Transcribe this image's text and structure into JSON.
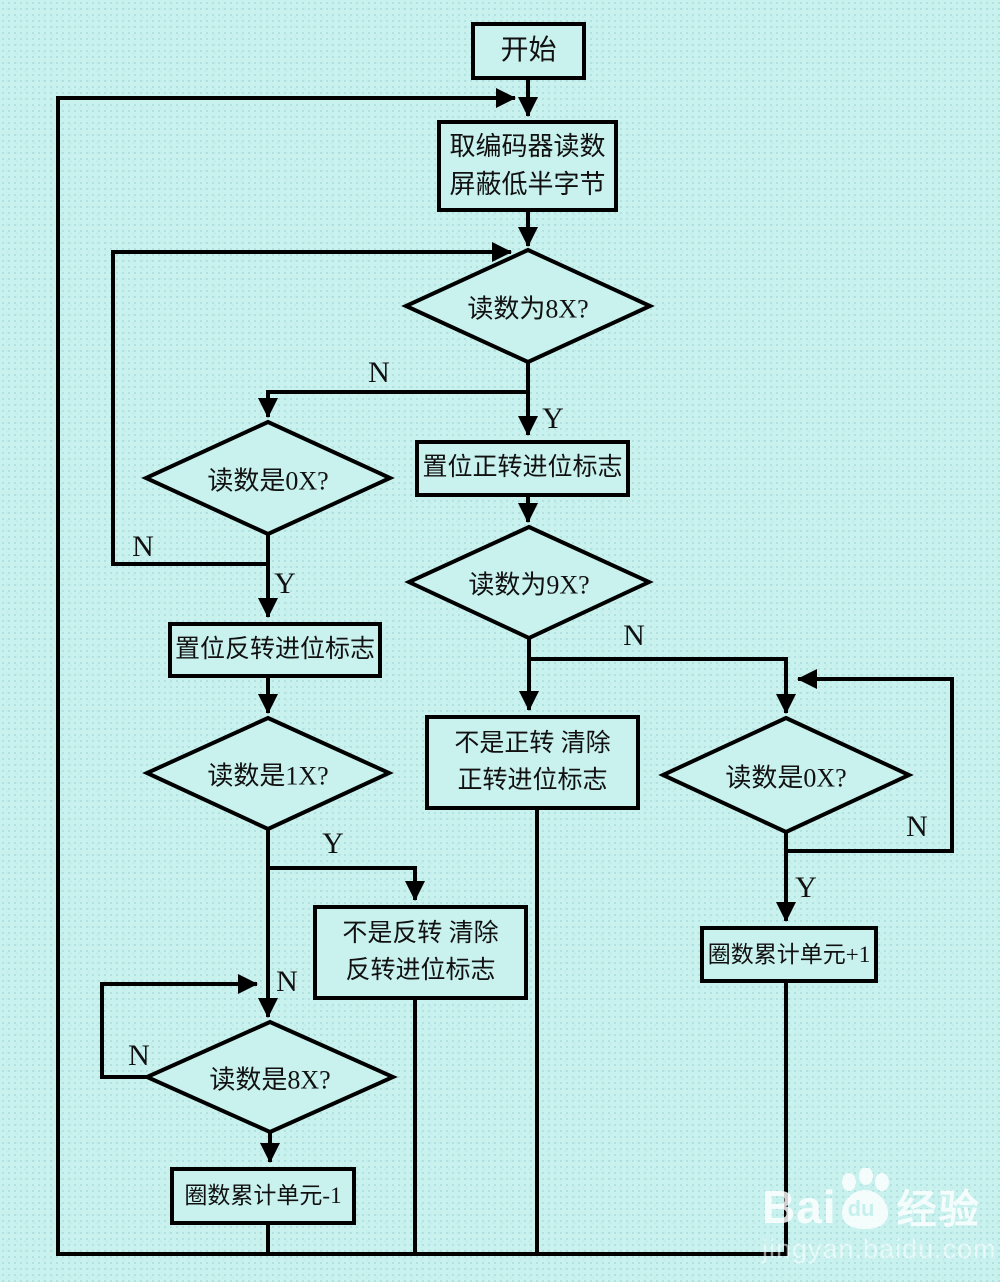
{
  "palette": {
    "background": "#c9f2ef",
    "line": "#000000",
    "text": "#111111",
    "watermark": "rgba(255,255,255,0.8)"
  },
  "nodes": {
    "start": {
      "label": "开始"
    },
    "read_encoder": {
      "line1": "取编码器读数",
      "line2": "屏蔽低半字节"
    },
    "is_8x": {
      "label": "读数为8X?"
    },
    "is_0x_left": {
      "label": "读数是0X?"
    },
    "set_forward_flag": {
      "label": "置位正转进位标志"
    },
    "is_9x": {
      "label": "读数为9X?"
    },
    "set_reverse_flag": {
      "label": "置位反转进位标志"
    },
    "is_1x": {
      "label": "读数是1X?"
    },
    "clear_forward": {
      "line1": "不是正转 清除",
      "line2": "正转进位标志"
    },
    "is_0x_right": {
      "label": "读数是0X?"
    },
    "inc_turn_counter": {
      "label": "圈数累计单元+1"
    },
    "clear_reverse": {
      "line1": "不是反转 清除",
      "line2": "反转进位标志"
    },
    "is_8x_bottom": {
      "label": "读数是8X?"
    },
    "dec_turn_counter": {
      "label": "圈数累计单元-1"
    }
  },
  "edge_labels": {
    "is8x_no": "N",
    "is8x_yes": "Y",
    "is0x_left_no": "N",
    "is0x_left_yes": "Y",
    "is9x_no": "N",
    "is0x_right_no": "N",
    "is0x_right_yes": "Y",
    "is1x_yes": "Y",
    "is1x_no": "N",
    "is8x_bottom_no": "N"
  },
  "watermark": {
    "brand_prefix": "Bai",
    "brand_paw_text": "du",
    "brand_suffix": "经验",
    "url": "jingyan.baidu.com"
  }
}
